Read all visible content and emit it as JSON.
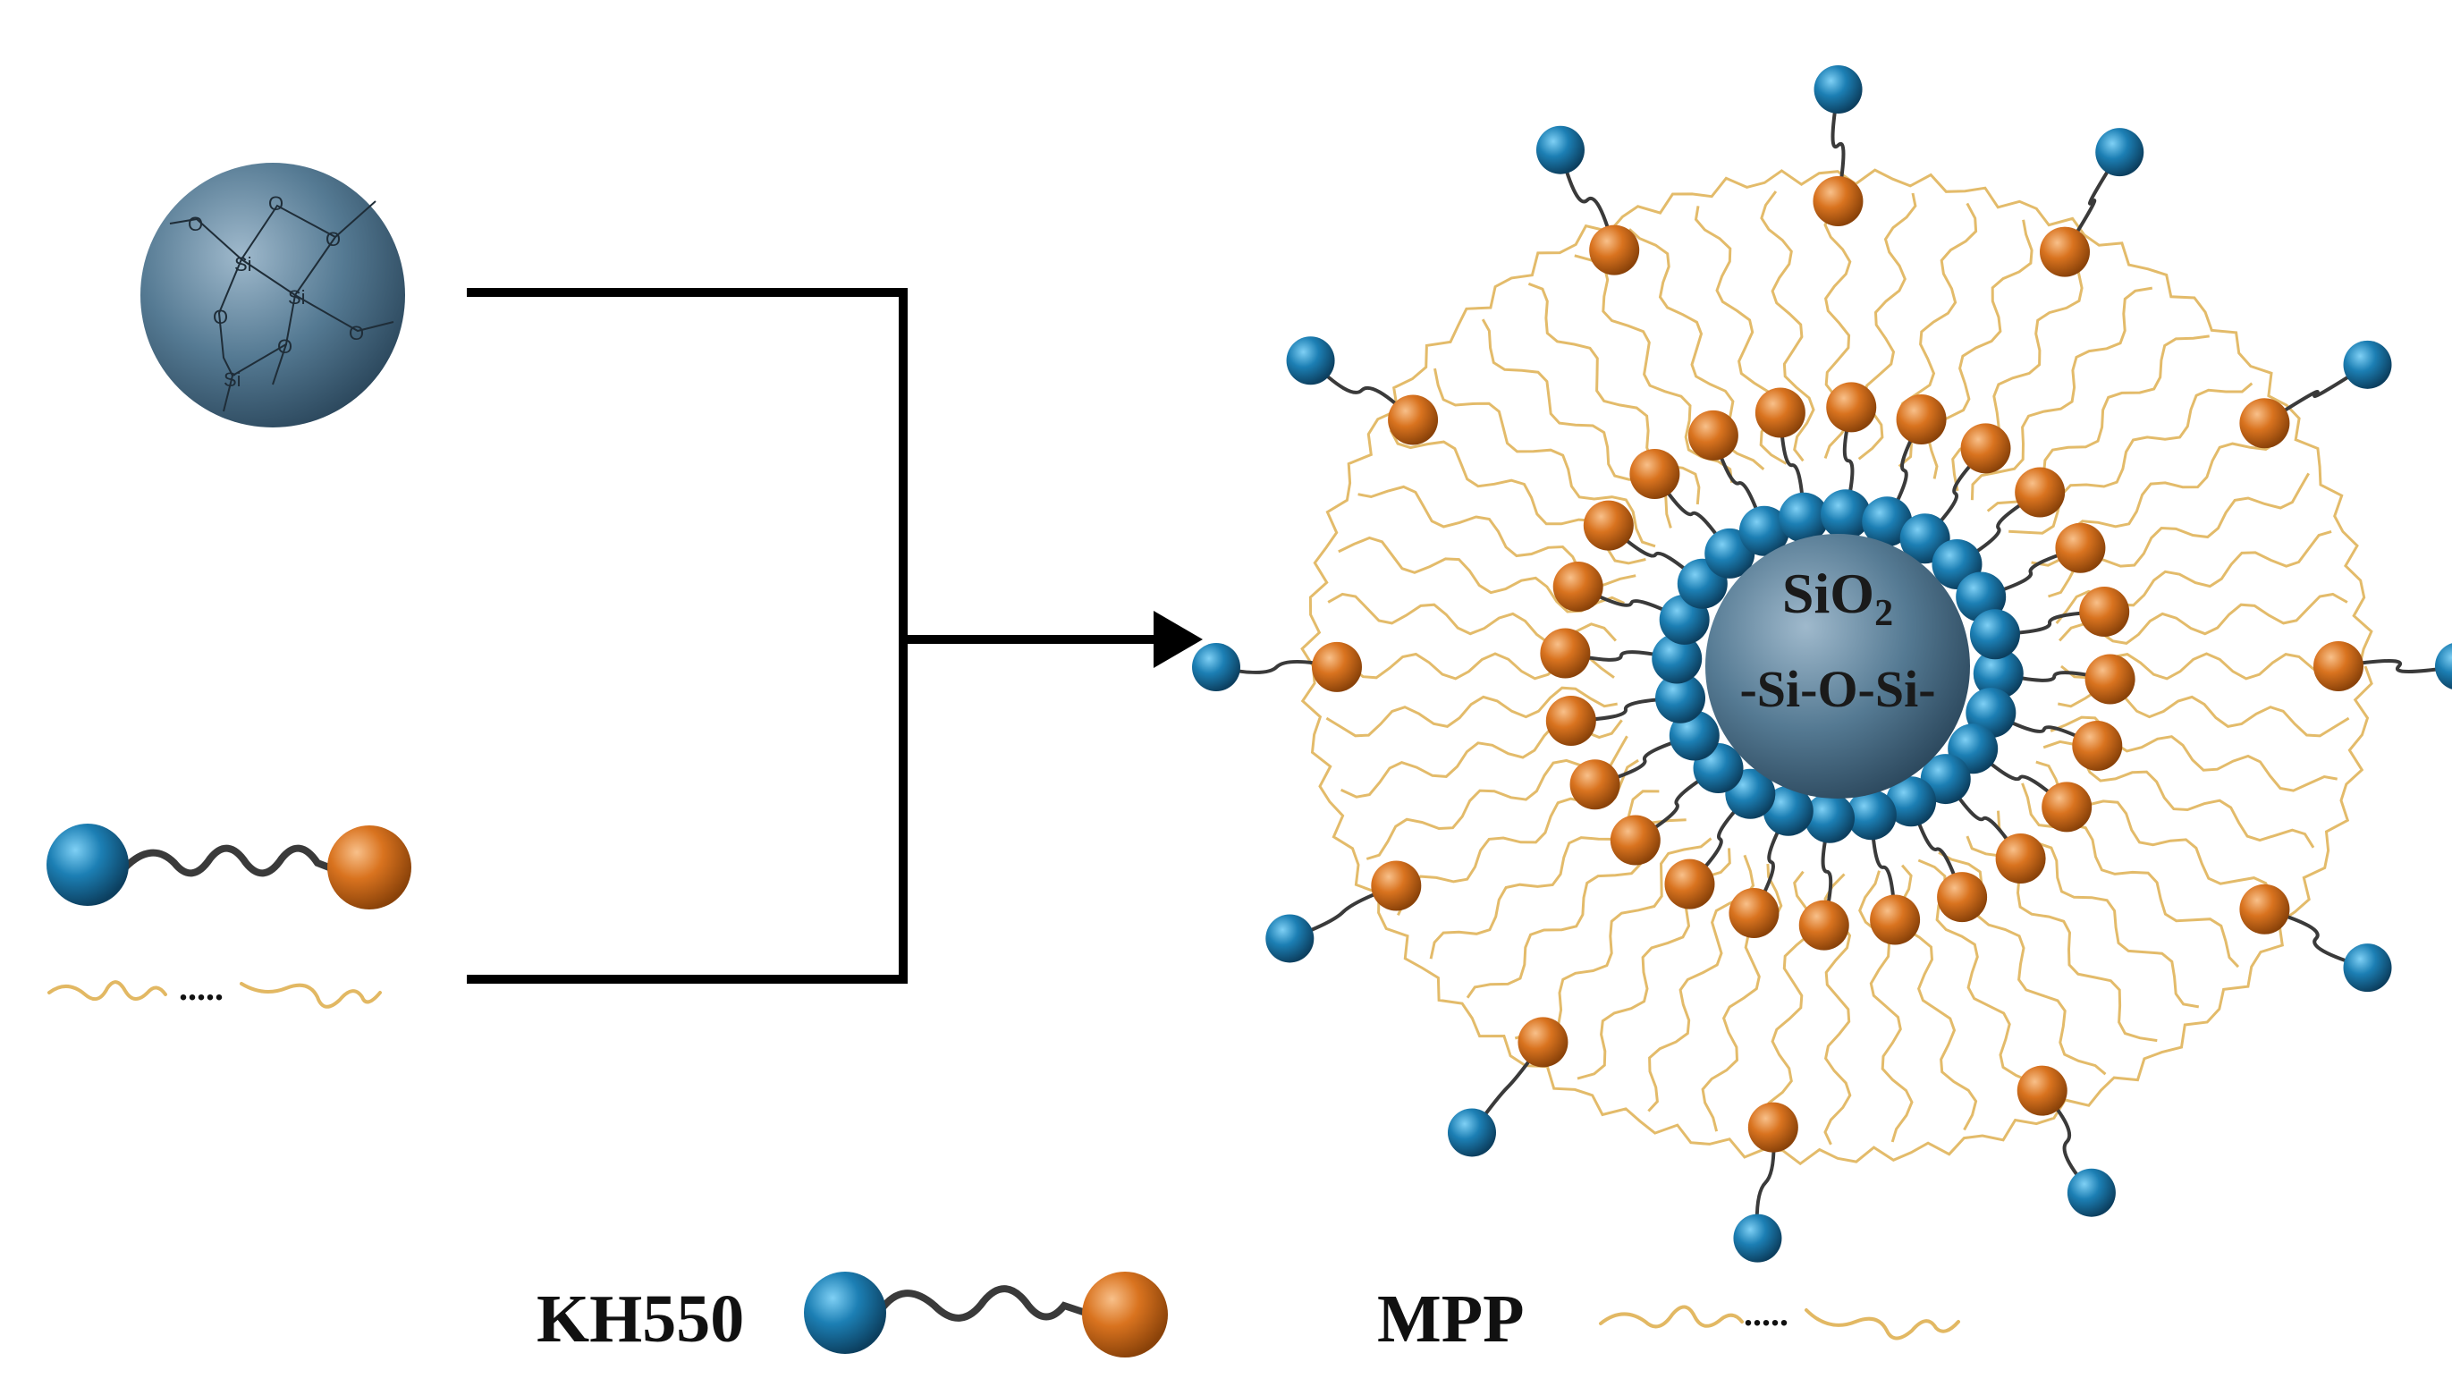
{
  "silica_sphere": {
    "atoms": [
      "O",
      "O",
      "O",
      "Si",
      "Si",
      "O",
      "O",
      "O",
      "Si"
    ]
  },
  "product": {
    "core_label_main": "SiO",
    "core_label_sub": "2",
    "core_label_bond": "-Si-O-Si-"
  },
  "legend": {
    "kh550_label": "KH550",
    "mpp_label": "MPP",
    "mpp_dots": "....."
  },
  "colors": {
    "blue_sphere": "#1c7fb4",
    "orange_sphere": "#d9731f",
    "linker": "#3a3a3a",
    "mpp_chain": "#e2b863",
    "silica": "#4e7189",
    "arrow": "#000000"
  },
  "icons": [
    "silica-nanoparticle-icon",
    "kh550-molecule-icon",
    "mpp-chain-icon",
    "reaction-arrow-icon"
  ]
}
